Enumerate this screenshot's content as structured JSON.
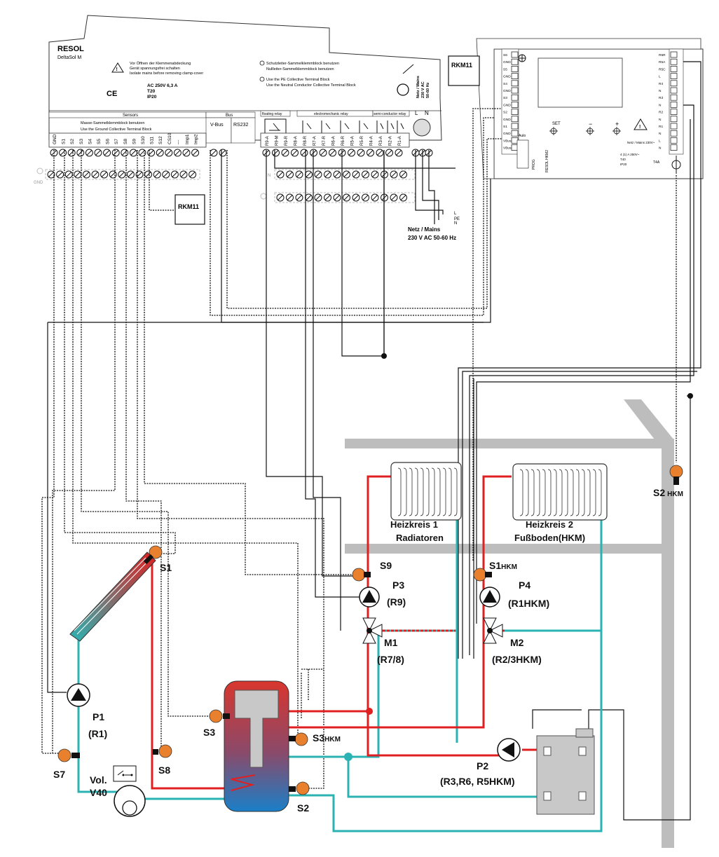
{
  "controller": {
    "brand": "RESOL",
    "model": "DeltaSol M",
    "warning_de": [
      "Vor Öffnen der Klemmenabdeckung",
      "Gerät spannungsfrei schalten"
    ],
    "warning_en": "Isolate mains before removing clamp-cover",
    "fuse": "AC 250V 6,3 A",
    "fuse_t": "T20",
    "ip": "IP20",
    "pe_de": "Schutzleiter-Sammelklemmblock benutzen",
    "n_de": "Nullleiter-Sammelklemmblock benutzen",
    "pe_en": "Use the PE Collective Terminal Block",
    "n_en": "Use the Neutral Conductor Collective Terminal Block",
    "mains_small": [
      "Netz / Mains",
      "230 V AC",
      "50-60 Hz"
    ],
    "sensors_title": "Sensors",
    "ground_de": "Masse-Sammelklemmblock benutzen",
    "ground_en": "Use the Ground Collective Terminal Block",
    "bus_title": "Bus",
    "vbus": "V-Bus",
    "rs232": "RS232",
    "floating_relay": "floating relay",
    "electromech_relay": "electromechanic relay",
    "semiconductor_relay": "semi-conductor relay",
    "sensor_terminals": [
      "GND",
      "S1",
      "S2",
      "S3",
      "S4",
      "S5",
      "S6",
      "S7",
      "S8",
      "S9",
      "S10",
      "S11",
      "S12",
      "CS10",
      "---",
      "Imp1",
      "Imp2"
    ],
    "relay_terminals": [
      "R9-A",
      "R9-M",
      "R9-R",
      "R8-A",
      "R8-R",
      "R7-A",
      "R7-R",
      "R6-A",
      "R6-R",
      "R5-A",
      "R5-R",
      "R4-A",
      "R3-A",
      "R2-A",
      "R1-A"
    ],
    "l_label": "L",
    "n_label": "N",
    "gnd_label": "GND",
    "mains_label": "Netz / Mains",
    "mains_value": "230 V AC 50-60 Hz",
    "rkm": "RKM11"
  },
  "hkm": {
    "rkm": "RKM11",
    "left_terminals": [
      "S6",
      "GND",
      "S5",
      "GND",
      "S4",
      "GND",
      "S3",
      "GND",
      "S2",
      "GND",
      "S1",
      "GND",
      "VBus",
      "VBus"
    ],
    "right_terminals": [
      "R5R",
      "R5A",
      "R5C",
      "L",
      "R4",
      "N",
      "R3",
      "N",
      "R2",
      "N",
      "R1",
      "N",
      "L",
      "N"
    ],
    "buttons": [
      "SET",
      "−",
      "+"
    ],
    "auto": "Auto",
    "model": "RESOL HKM2",
    "prog": "PROG",
    "mains": "Netz / Mains 230V~",
    "fuse": "T4A",
    "ratings": [
      "4 (1) A 250V~",
      "T40",
      "IP20"
    ]
  },
  "components": {
    "s1": "S1",
    "s2": "S2",
    "s3": "S3",
    "s3hkm": "S3",
    "s7": "S7",
    "s8": "S8",
    "s9": "S9",
    "s1hkm": "S1",
    "s2hkm": "S2",
    "hkm_suffix": "HKM",
    "p1": "P1",
    "p1r": "(R1)",
    "p2": "P2",
    "p2r": "(R3,R6, R5HKM)",
    "p3": "P3",
    "p3r": "(R9)",
    "p4": "P4",
    "p4r": "(R1HKM)",
    "m1": "M1",
    "m1r": "(R7/8)",
    "m2": "M2",
    "m2r": "(R2/3HKM)",
    "vol": "Vol.",
    "v40": "V40",
    "hk1_title": "Heizkreis 1",
    "hk1_sub": "Radiatoren",
    "hk2_title": "Heizkreis 2",
    "hk2_sub": "Fußboden(HKM)"
  },
  "colors": {
    "hot": "#e02020",
    "cold": "#2bb3b3",
    "sensor": "#e8802e",
    "wall": "#bdbdbd",
    "wire": "#111111"
  }
}
